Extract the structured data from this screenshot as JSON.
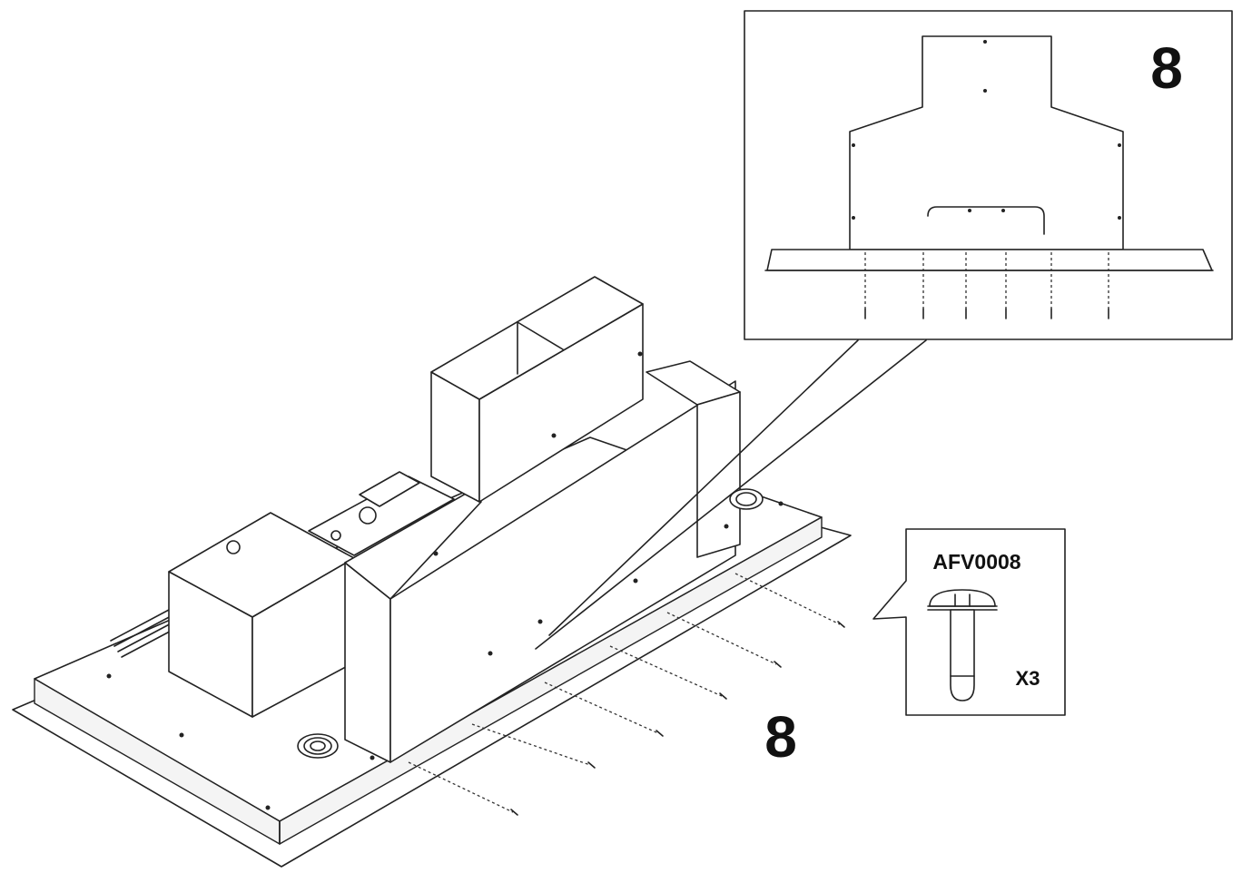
{
  "main_view": {
    "step_number": "8"
  },
  "detail_view": {
    "step_number": "8"
  },
  "parts_callout": {
    "part_code": "AFV0008",
    "quantity": "X3"
  }
}
